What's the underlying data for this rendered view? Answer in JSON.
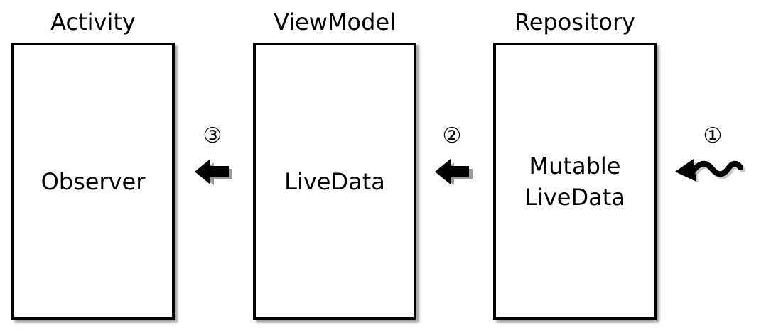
{
  "columns": [
    {
      "title": "Activity",
      "content": "Observer"
    },
    {
      "title": "ViewModel",
      "content": "LiveData"
    },
    {
      "title": "Repository",
      "content": "Mutable\nLiveData"
    }
  ],
  "steps": [
    "③",
    "②",
    "①"
  ]
}
